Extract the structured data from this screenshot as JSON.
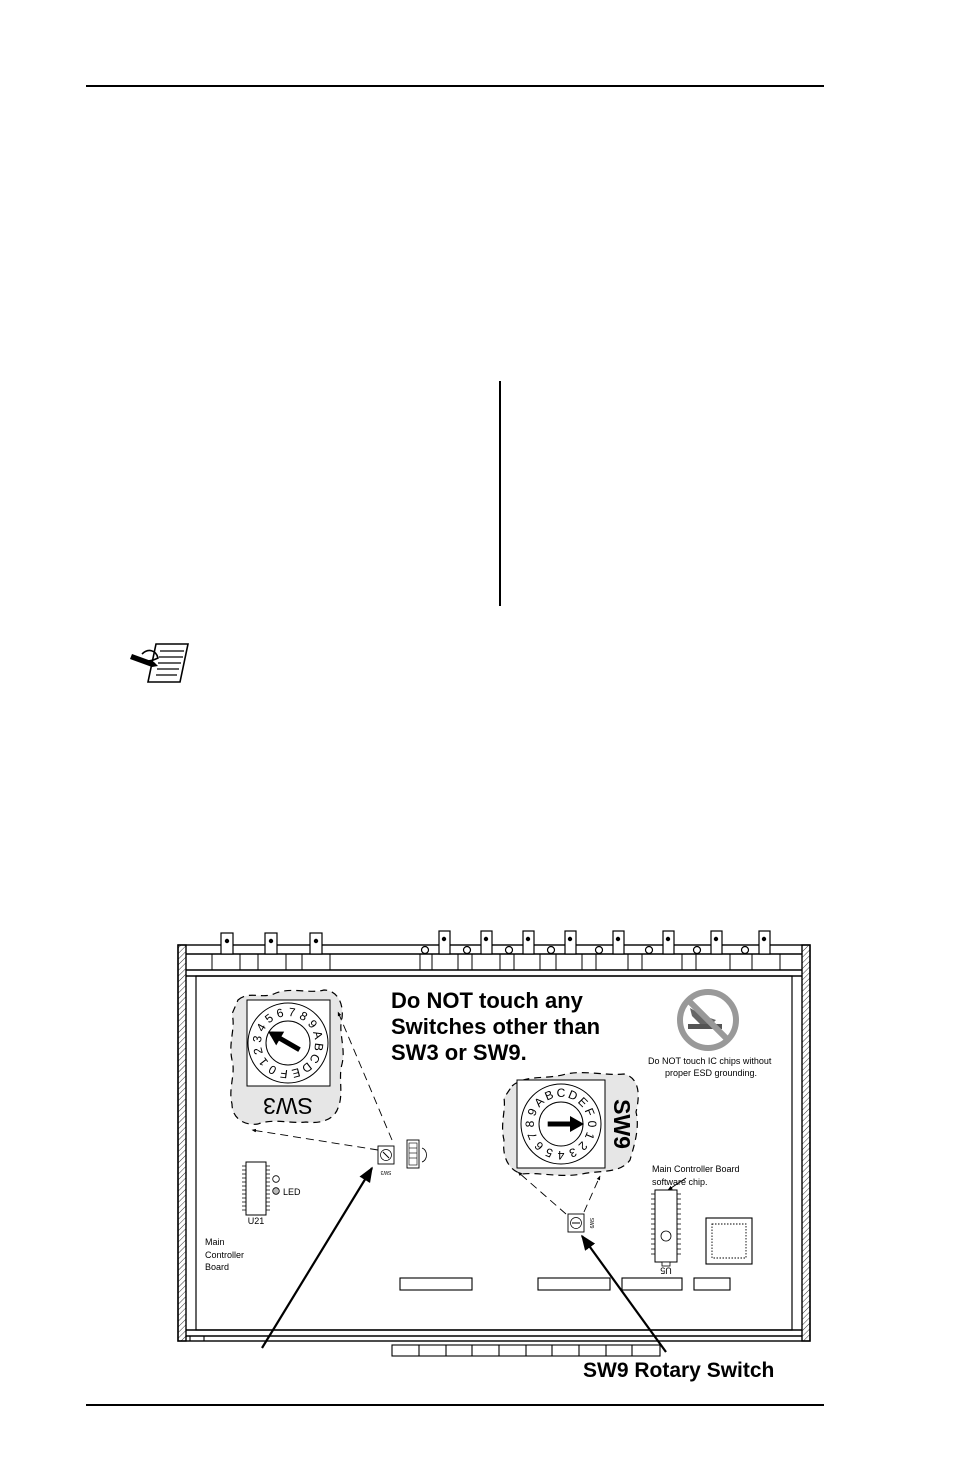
{
  "diagram": {
    "warning_heading": [
      "Do NOT touch any",
      "Switches other than",
      "SW3 or SW9."
    ],
    "esd_caption": [
      "Do NOT touch IC chips without",
      "proper ESD grounding."
    ],
    "sw3_label": "SW3",
    "sw9_label": "SW9",
    "dial_chars": [
      "0",
      "1",
      "2",
      "3",
      "4",
      "5",
      "6",
      "7",
      "8",
      "9",
      "A",
      "B",
      "C",
      "D",
      "E",
      "F"
    ],
    "led_label": "LED",
    "u21_label": "U21",
    "u5_label": "U5",
    "board_label": [
      "Main",
      "Controller",
      "Board"
    ],
    "software_chip_label": [
      "Main Controller Board",
      "software  chip."
    ],
    "small_sw3_label": "SW3",
    "small_sw9_label": "SW9",
    "callout_sw9": "SW9 Rotary Switch"
  }
}
